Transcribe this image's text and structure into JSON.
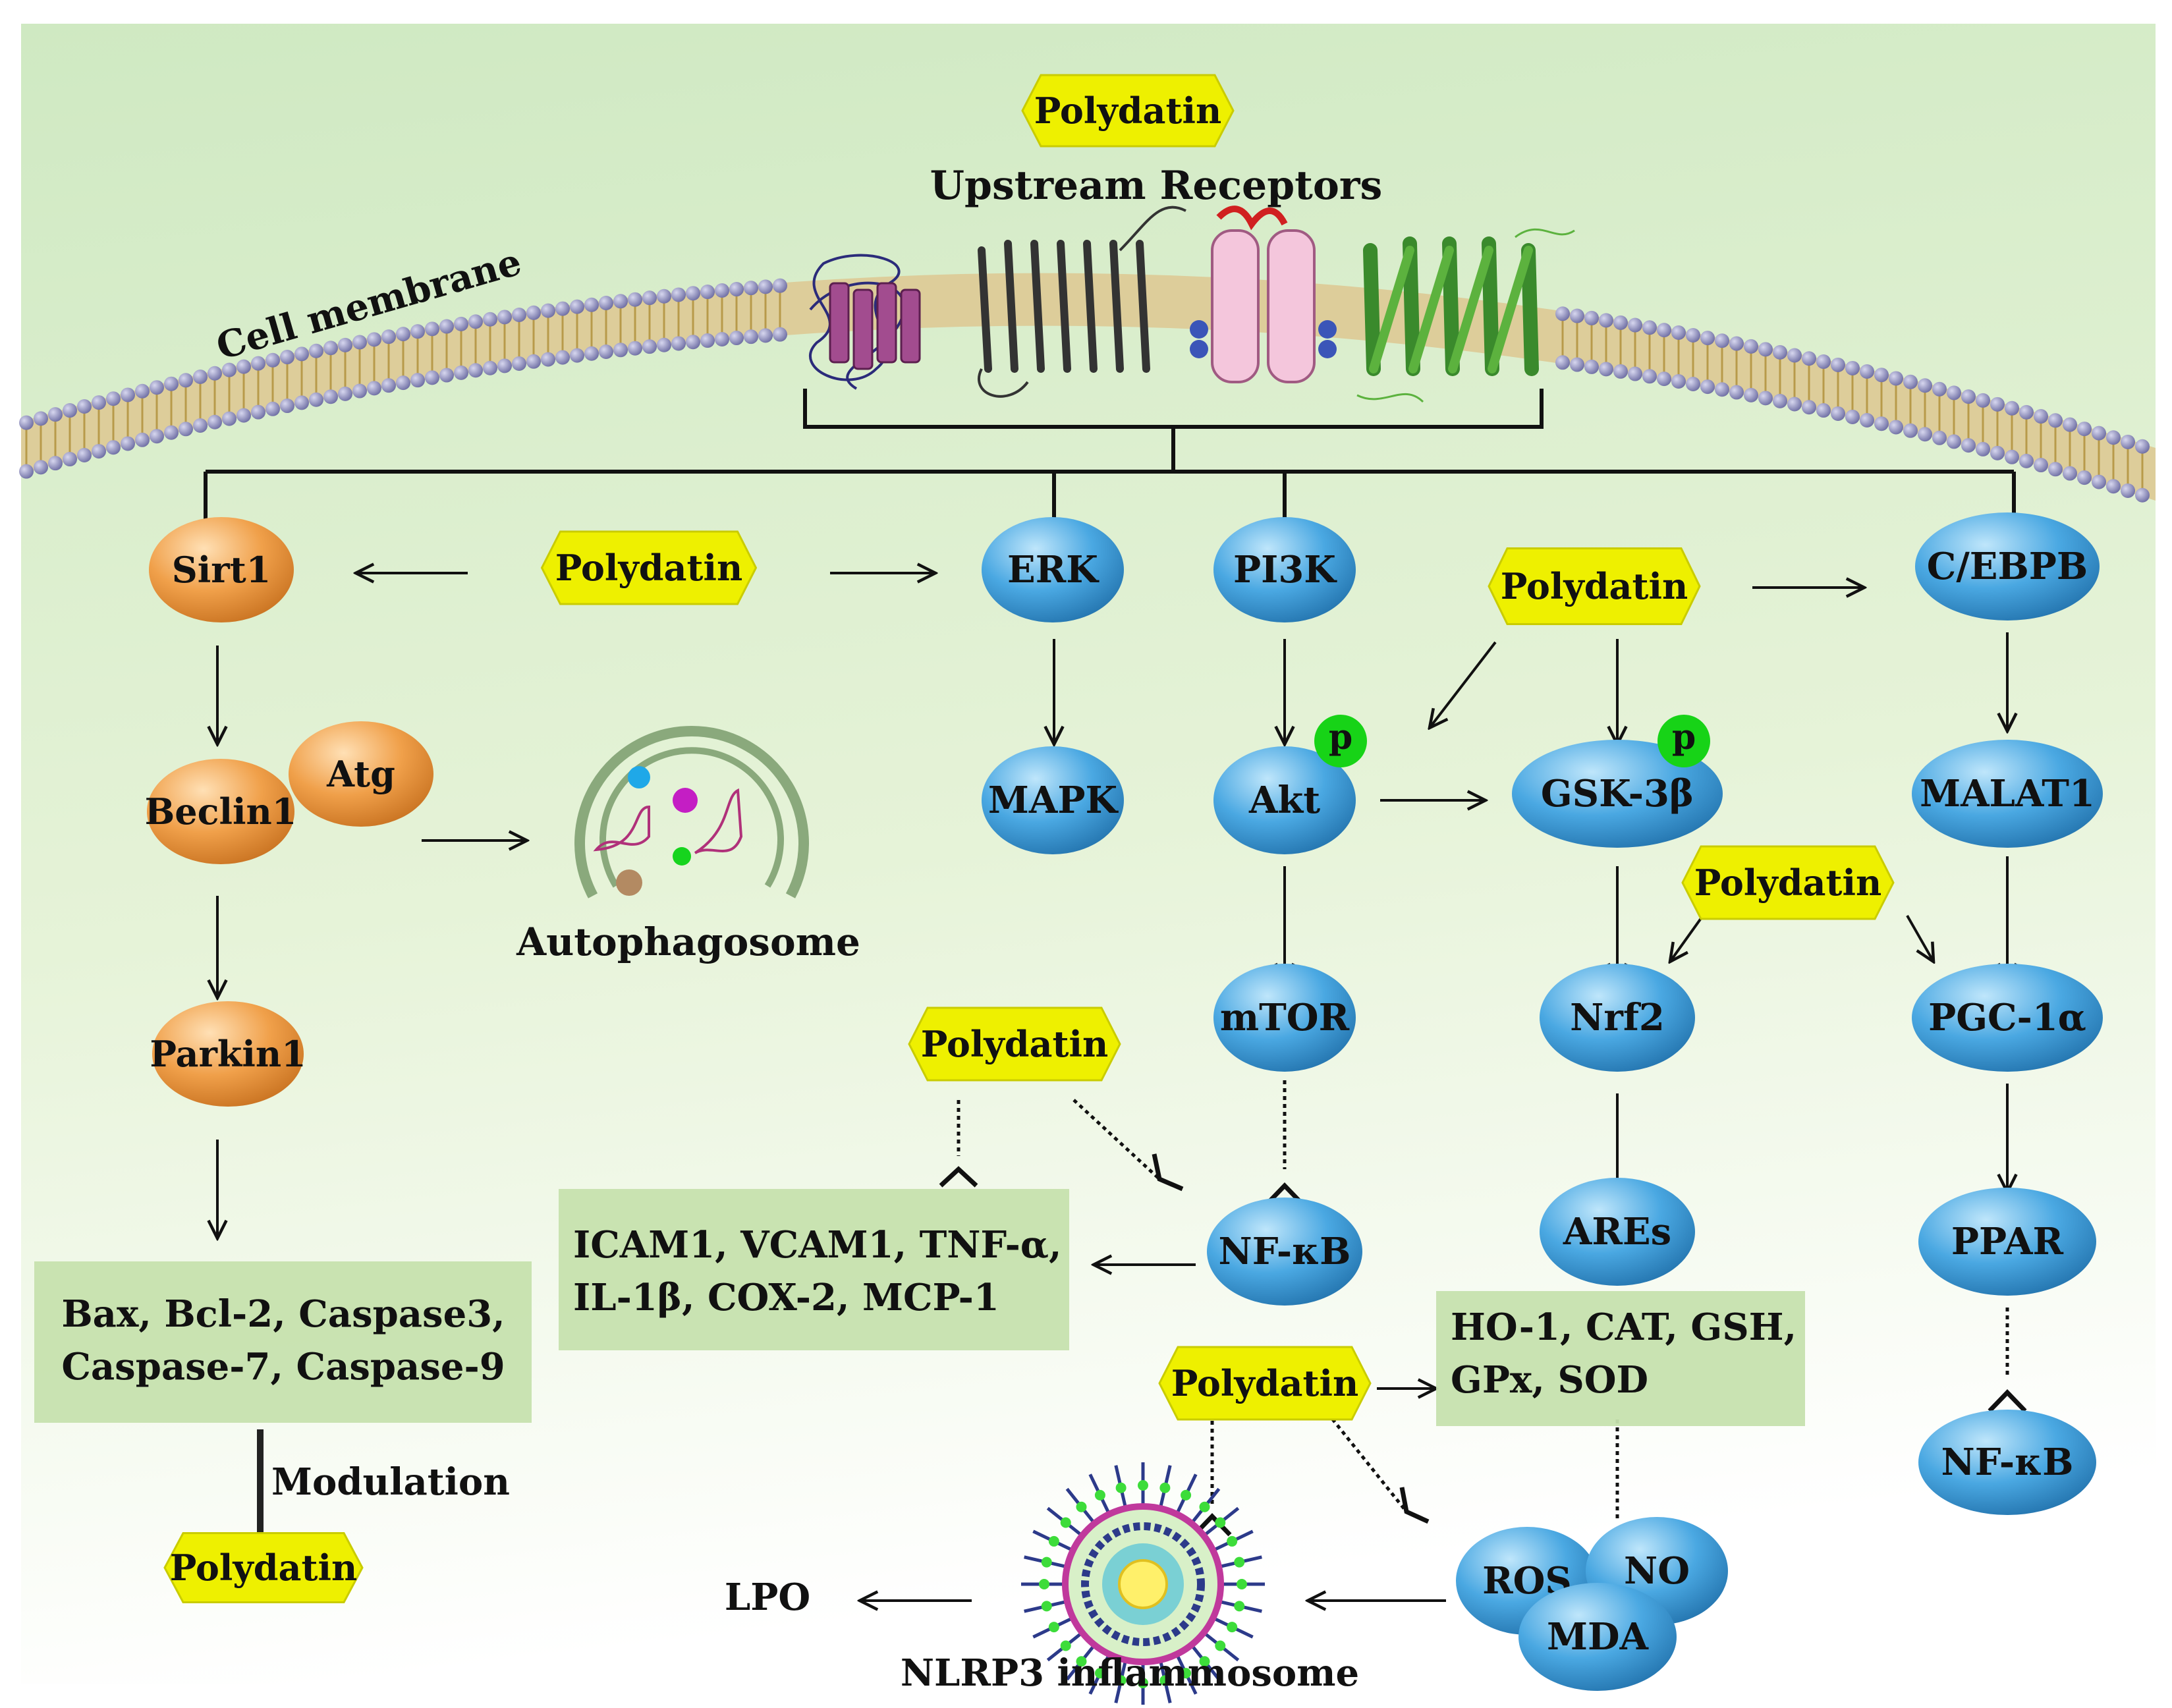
{
  "colors": {
    "bg_top": "#d2ecc6",
    "bg_bottom": "#ffffff",
    "polydatin_fill": "#eef000",
    "blue_node": "#3fa2de",
    "orange_node": "#ee9a3c",
    "box_fill": "#c9e3b2",
    "membrane_head": "#8b8bb8",
    "membrane_tail": "#c9a95b"
  },
  "labels": {
    "polydatin": "Polydatin",
    "upstream_receptors": "Upstream Receptors",
    "cell_membrane": "Cell membrane",
    "autophagosome": "Autophagosome",
    "modulation": "Modulation",
    "lpo": "LPO",
    "nlrp3": "NLRP3 inflammosome",
    "phospho": "p"
  },
  "nodes": {
    "sirt1": "Sirt1",
    "beclin1": "Beclin1",
    "atg": "Atg",
    "parkin1": "Parkin1",
    "erk": "ERK",
    "mapk": "MAPK",
    "pi3k": "PI3K",
    "akt": "Akt",
    "mtor": "mTOR",
    "nfkb": "NF-κB",
    "gsk3b": "GSK-3β",
    "nrf2": "Nrf2",
    "ares": "AREs",
    "cebpb": "C/EBPB",
    "malat1": "MALAT1",
    "pgc1a": "PGC-1α",
    "ppar": "PPAR",
    "nfkb2": "NF-κB",
    "ros": "ROS",
    "no": "NO",
    "mda": "MDA"
  },
  "boxes": {
    "apoptosis": [
      "Bax, Bcl-2, Caspase3,",
      "Caspase-7, Caspase-9"
    ],
    "inflammation": [
      "ICAM1, VCAM1, TNF-α,",
      "IL-1β, COX-2, MCP-1"
    ],
    "antioxidant": [
      "HO-1, CAT, GSH,",
      "GPx, SOD"
    ]
  }
}
